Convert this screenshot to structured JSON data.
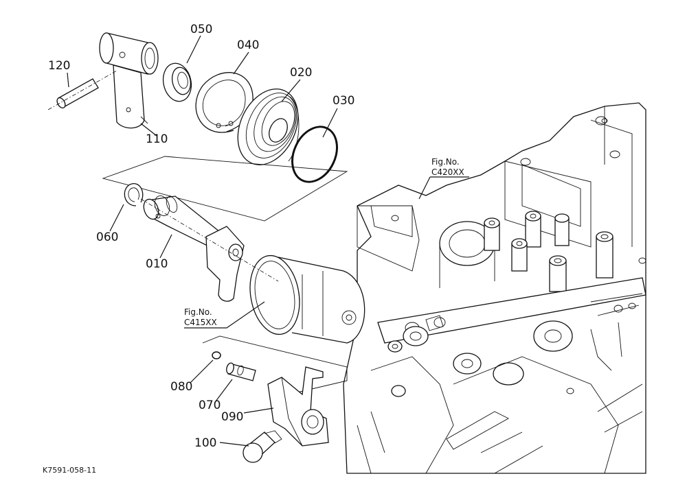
{
  "parts": [
    {
      "id": "p120",
      "label": "120"
    },
    {
      "id": "p050",
      "label": "050"
    },
    {
      "id": "p040",
      "label": "040"
    },
    {
      "id": "p020",
      "label": "020"
    },
    {
      "id": "p030",
      "label": "030"
    },
    {
      "id": "p110",
      "label": "110"
    },
    {
      "id": "p060",
      "label": "060"
    },
    {
      "id": "p010",
      "label": "010"
    },
    {
      "id": "p080",
      "label": "080"
    },
    {
      "id": "p070",
      "label": "070"
    },
    {
      "id": "p090",
      "label": "090"
    },
    {
      "id": "p100",
      "label": "100"
    }
  ],
  "figure_refs": [
    {
      "line1": "Fig.No.",
      "line2": "C420XX"
    },
    {
      "line1": "Fig.No.",
      "line2": "C415XX"
    }
  ],
  "drawing_code": "K7591-058-11"
}
